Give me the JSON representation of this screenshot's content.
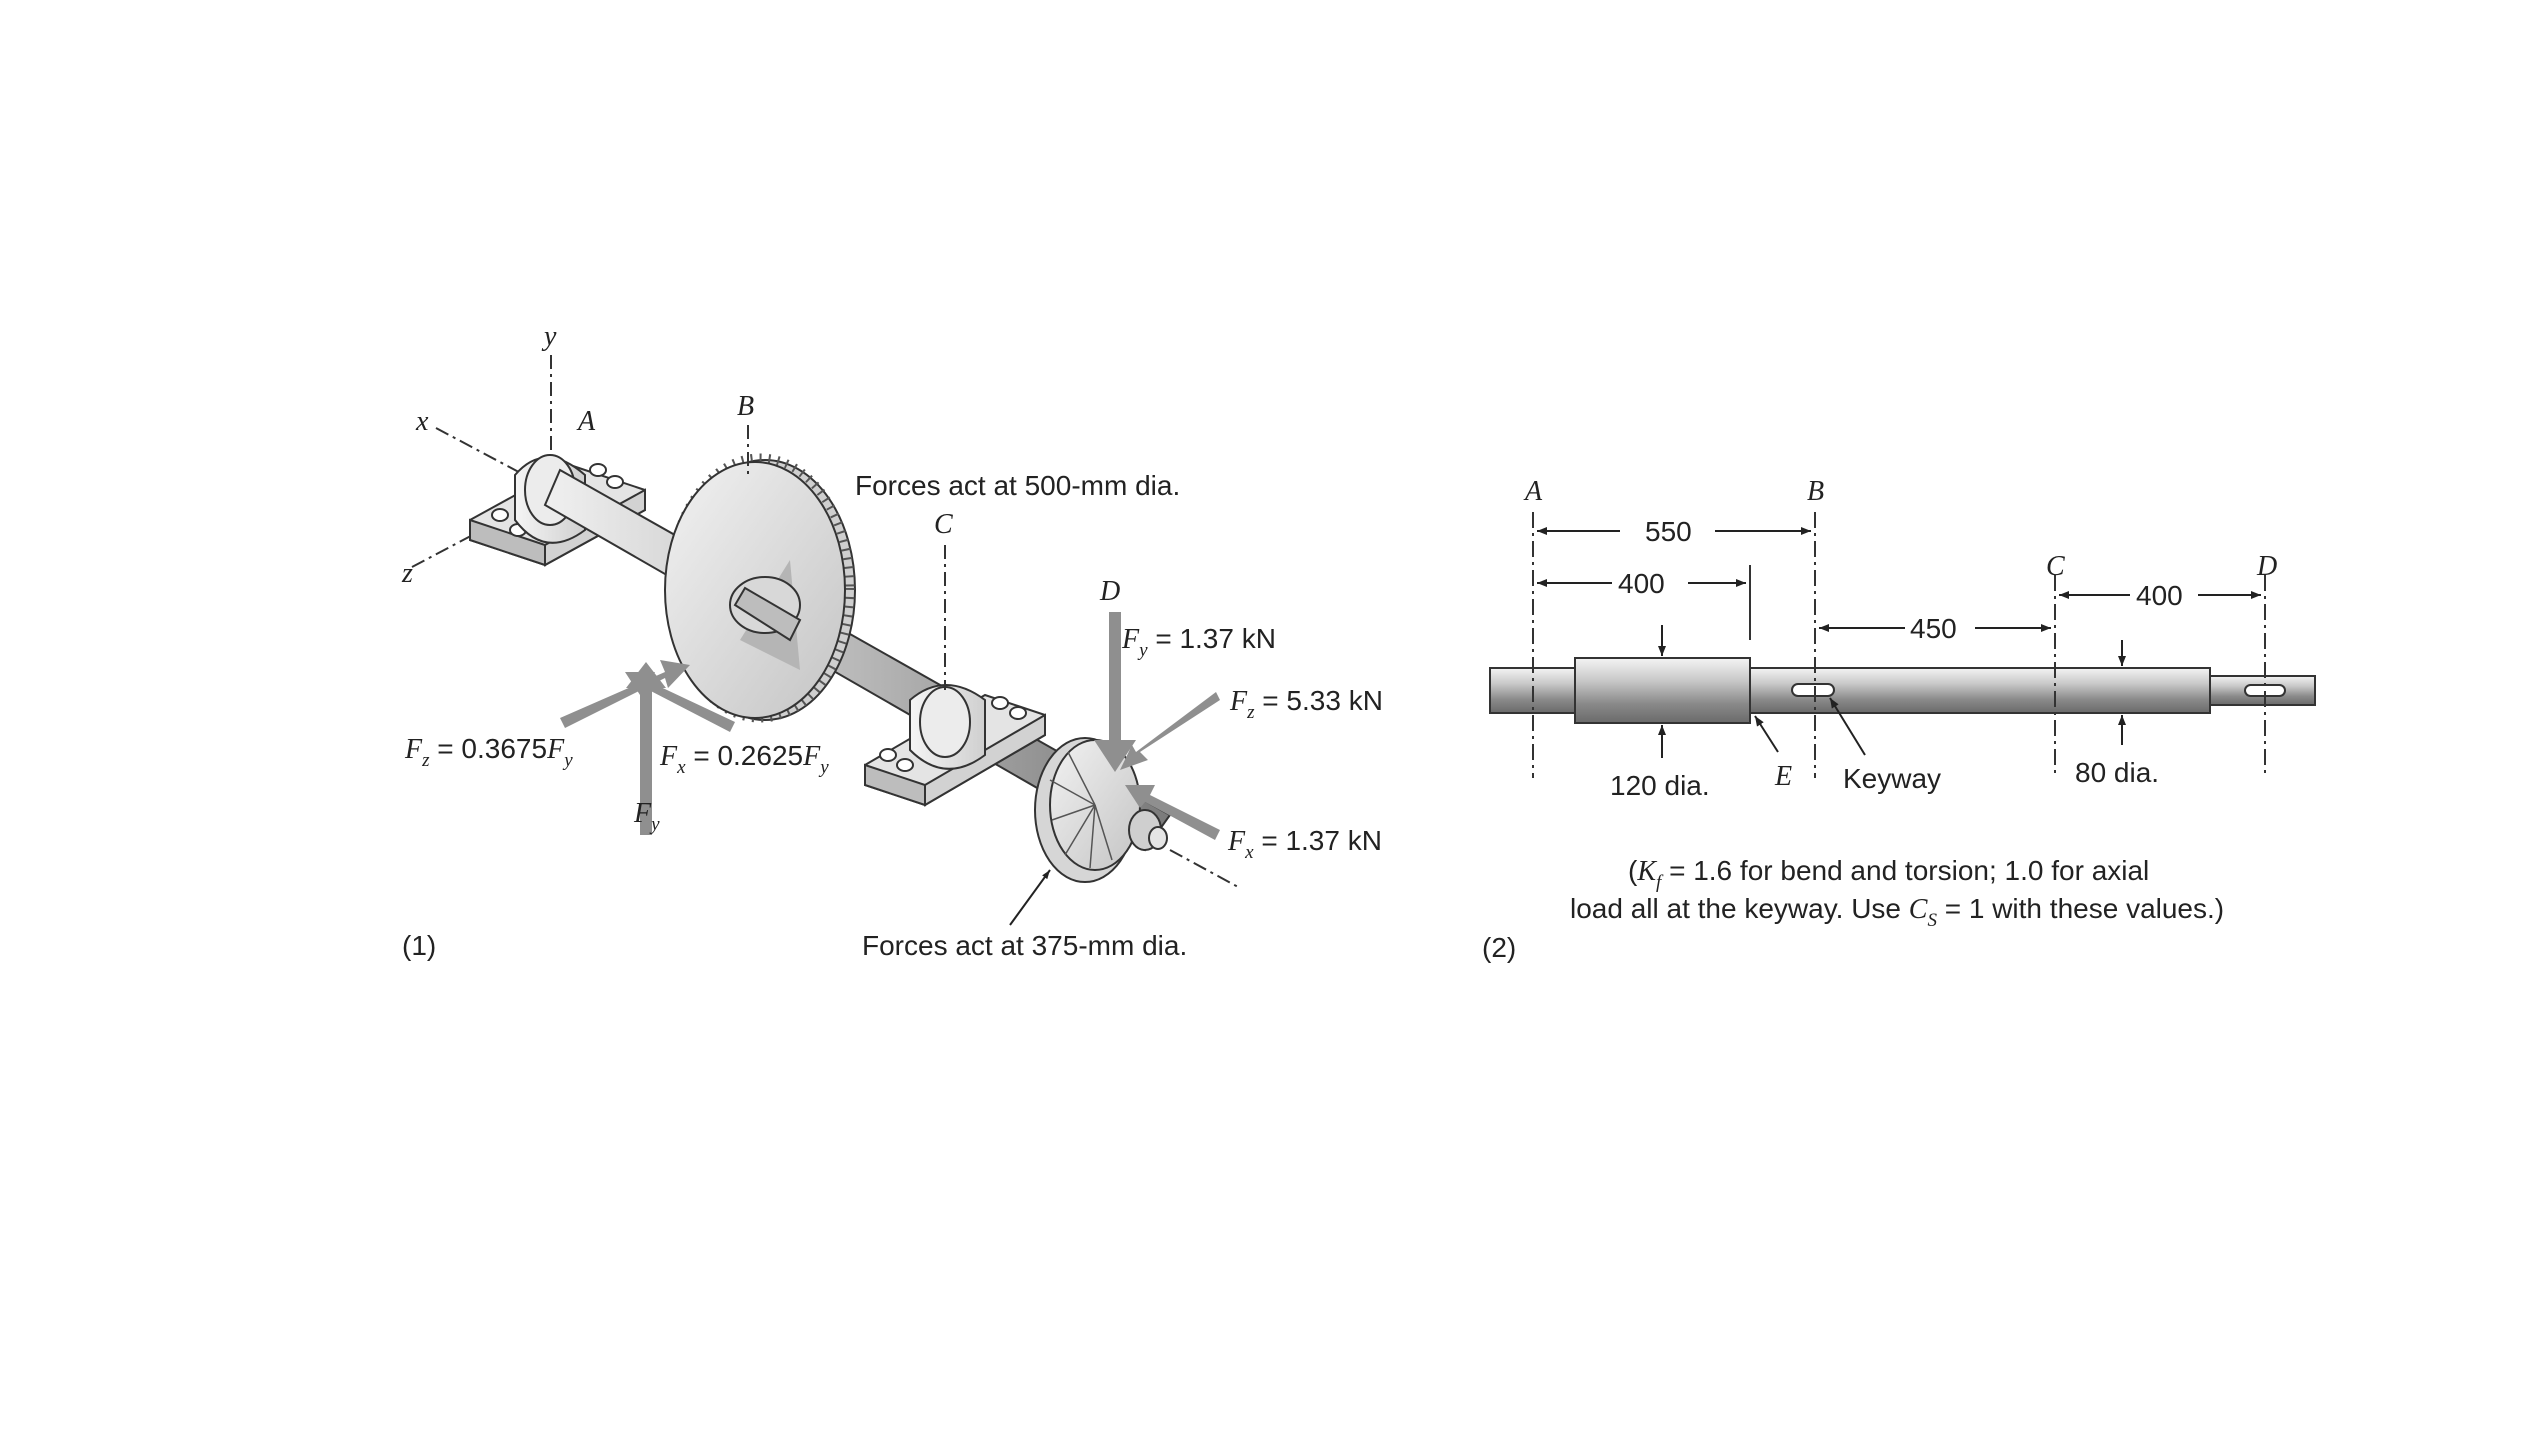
{
  "fig1": {
    "panel_label": "(1)",
    "axes": {
      "x": "x",
      "y": "y",
      "z": "z"
    },
    "points": {
      "A": "A",
      "B": "B",
      "C": "C",
      "D": "D"
    },
    "note_top": "Forces act at 500-mm dia.",
    "note_bottom": "Forces act at 375-mm dia.",
    "forces_left": {
      "fz": {
        "sym": "F",
        "sub": "z",
        "rest": " = 0.3675",
        "sym2": "F",
        "sub2": "y"
      },
      "fx": {
        "sym": "F",
        "sub": "x",
        "rest": " = 0.2625",
        "sym2": "F",
        "sub2": "y"
      },
      "fy": {
        "sym": "F",
        "sub": "y"
      }
    },
    "forces_right": {
      "fy": {
        "sym": "F",
        "sub": "y",
        "rest": " = 1.37 kN"
      },
      "fz": {
        "sym": "F",
        "sub": "z",
        "rest": " = 5.33 kN"
      },
      "fx": {
        "sym": "F",
        "sub": "x",
        "rest": " = 1.37 kN"
      }
    }
  },
  "fig2": {
    "panel_label": "(2)",
    "points": {
      "A": "A",
      "B": "B",
      "C": "C",
      "D": "D",
      "E": "E"
    },
    "dims": {
      "ab": "550",
      "a400": "400",
      "bc": "450",
      "cd": "400"
    },
    "dia_large": "120 dia.",
    "dia_small": "80 dia.",
    "keyway": "Keyway",
    "note": {
      "line1_open": "(",
      "k_sym": "K",
      "k_sub": "f",
      "line1_rest": " = 1.6 for bend and torsion; 1.0 for axial",
      "line2_start": "load all at the keyway. Use ",
      "c_sym": "C",
      "c_sub": "S",
      "line2_rest": " = 1 with these values.)"
    }
  },
  "colors": {
    "arrow": "#8f8f8f",
    "metal_light": "#e6e6e6",
    "metal_dark": "#8a8a8a",
    "ink": "#222222"
  }
}
